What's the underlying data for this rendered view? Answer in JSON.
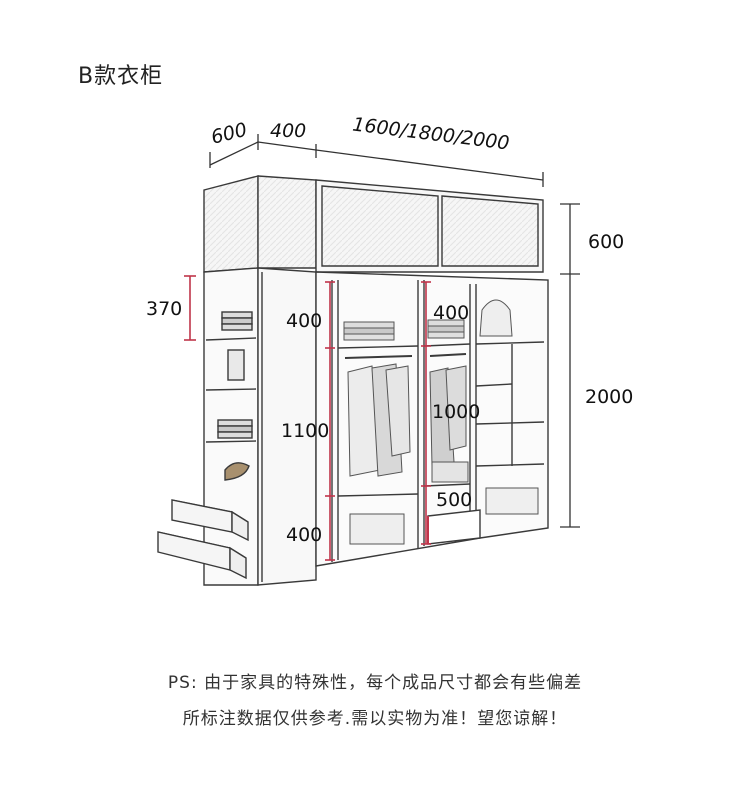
{
  "title": "B款衣柜",
  "dimensions": {
    "depth_side": "600",
    "side_unit": "400",
    "main_widths": "1600/1800/2000",
    "top_height": "600",
    "body_height": "2000",
    "shelf_left": "370",
    "shelf_center_top": "400",
    "hang_center": "1100",
    "bottom_center": "400",
    "shelf_right_top": "400",
    "hang_right": "1000",
    "drawer_right": "500"
  },
  "notes": {
    "line1": "PS: 由于家具的特殊性，每个成品尺寸都会有些偏差",
    "line2": "所标注数据仅供参考.需以实物为准！望您谅解！"
  },
  "colors": {
    "outline": "#3a3a3a",
    "accent": "#c0354a",
    "panel": "#f4f4f4"
  }
}
